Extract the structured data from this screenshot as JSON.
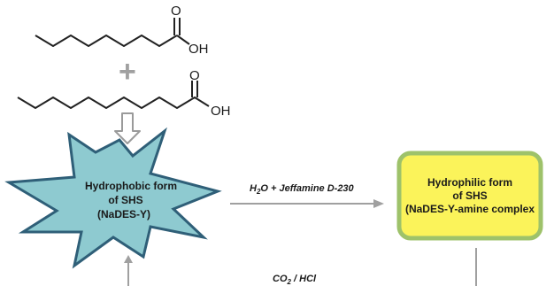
{
  "molecules": {
    "acid1": {
      "atom_O": "O",
      "atom_OH": "OH"
    },
    "acid2": {
      "atom_O": "O",
      "atom_OH": "OH"
    },
    "plus_sign": "+"
  },
  "nodes": {
    "hydrophobic": {
      "lines": [
        "Hydrophobic form",
        "of SHS",
        "(NaDES-Y)"
      ],
      "fill": "#8ecad0",
      "stroke": "#2f5f78"
    },
    "hydrophilic": {
      "lines": [
        "Hydrophilic form",
        "of SHS",
        "(NaDES-Y-amine complex"
      ],
      "fill": "#fbf35a",
      "stroke": "#9ec26a"
    }
  },
  "arrows": {
    "forward": {
      "label_main": "H",
      "label_sub": "2",
      "label_rest": "O + Jeffamine D-230"
    },
    "reverse": {
      "label_main": "CO",
      "label_sub": "2",
      "label_rest": " / HCl"
    }
  },
  "colors": {
    "bond": "#222222",
    "arrow": "#a0a0a0"
  }
}
